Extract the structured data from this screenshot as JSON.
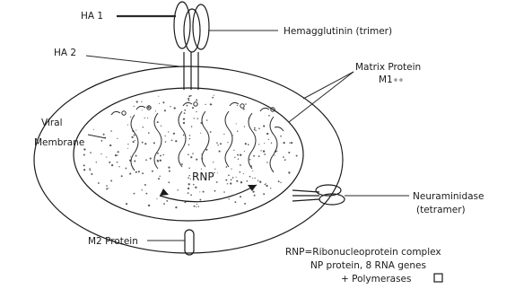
{
  "labels": {
    "ha1": "HA 1",
    "ha2": "HA 2",
    "hemagglutinin": "Hemagglutinin  (trimer)",
    "matrix_line1": "Matrix Protein",
    "matrix_line2": "M1",
    "viral_line1": "Viral",
    "viral_line2": "Membrane",
    "rnp": "RNP",
    "neuraminidase_line1": "Neuraminidase",
    "neuraminidase_line2": "(tetramer)",
    "m2": "M2 Protein",
    "legend_line1": "RNP=Ribonucleoprotein complex",
    "legend_line2": "NP protein, 8 RNA genes",
    "legend_line3": "+ Polymerases"
  }
}
